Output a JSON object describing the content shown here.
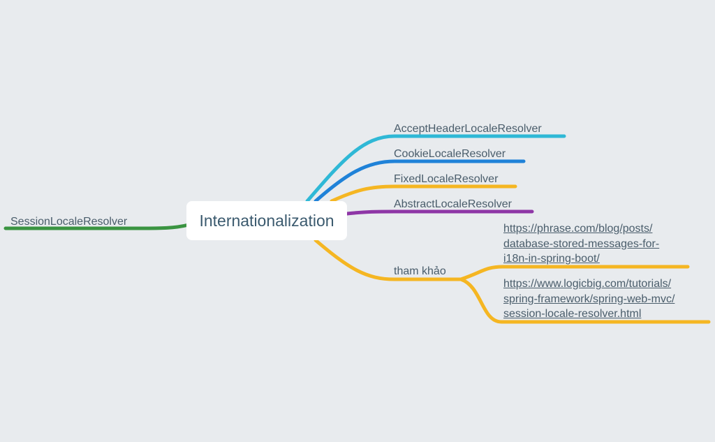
{
  "mindmap": {
    "central_topic": "Internationalization",
    "left_branches": [
      {
        "label": "SessionLocaleResolver",
        "color": "#3a9441"
      }
    ],
    "right_branches": [
      {
        "label": "AcceptHeaderLocaleResolver",
        "color": "#2fb8d6"
      },
      {
        "label": "CookieLocaleResolver",
        "color": "#1f82d8"
      },
      {
        "label": "FixedLocaleResolver",
        "color": "#f5b622"
      },
      {
        "label": "AbstractLocaleResolver",
        "color": "#8e36a6"
      },
      {
        "label": "tham khảo",
        "color": "#f5b622",
        "children": [
          {
            "lines": [
              "https://phrase.com/blog/posts/",
              "database-stored-messages-for-",
              "i18n-in-spring-boot/"
            ]
          },
          {
            "lines": [
              "https://www.logicbig.com/tutorials/",
              "spring-framework/spring-web-mvc/",
              "session-locale-resolver.html"
            ]
          }
        ]
      }
    ]
  },
  "colors": {
    "background": "#e8ebee",
    "central_fill": "#ffffff",
    "text": "#4a5d6b"
  }
}
